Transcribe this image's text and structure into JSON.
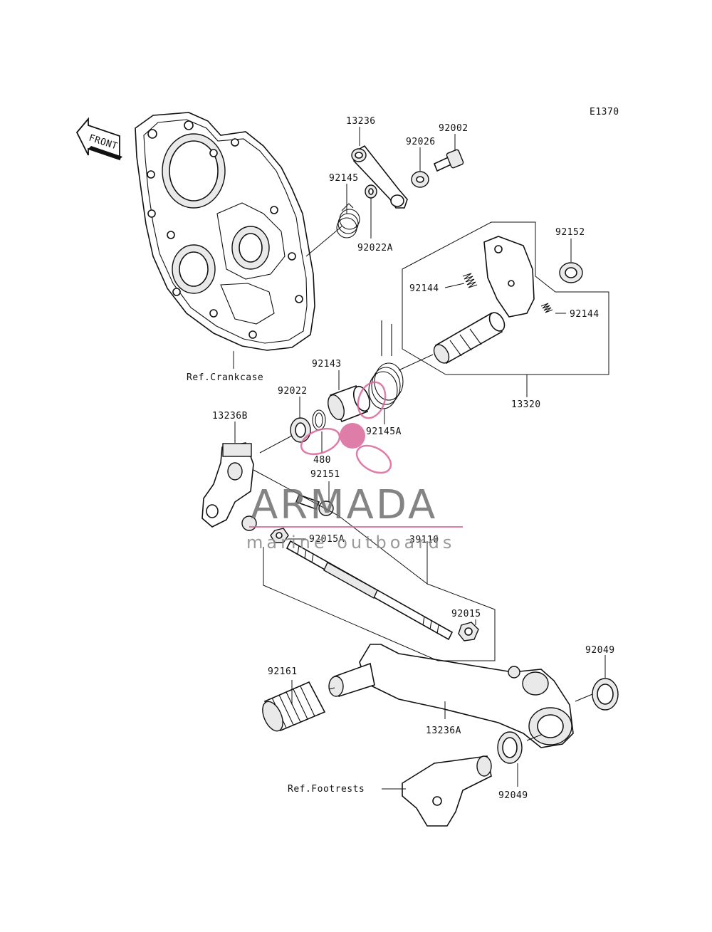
{
  "diagram_code": "E1370",
  "front_arrow_label": "FRONT",
  "parts": {
    "p13236": "13236",
    "p92026": "92026",
    "p92002": "92002",
    "p92145": "92145",
    "p92022A": "92022A",
    "p92152": "92152",
    "p92144_a": "92144",
    "p92144_b": "92144",
    "p13320": "13320",
    "p92143": "92143",
    "p92022": "92022",
    "p92145A": "92145A",
    "p480": "480",
    "p13236B": "13236B",
    "p92151": "92151",
    "p92015A": "92015A",
    "p39110": "39110",
    "p92015": "92015",
    "p92049_a": "92049",
    "p92161": "92161",
    "p13236A": "13236A",
    "p92049_b": "92049"
  },
  "references": {
    "crankcase": "Ref.Crankcase",
    "footrests": "Ref.Footrests"
  },
  "watermark": {
    "brand": "ARMADA",
    "tagline": "marine outboards",
    "accent_color": "#d9679a"
  }
}
